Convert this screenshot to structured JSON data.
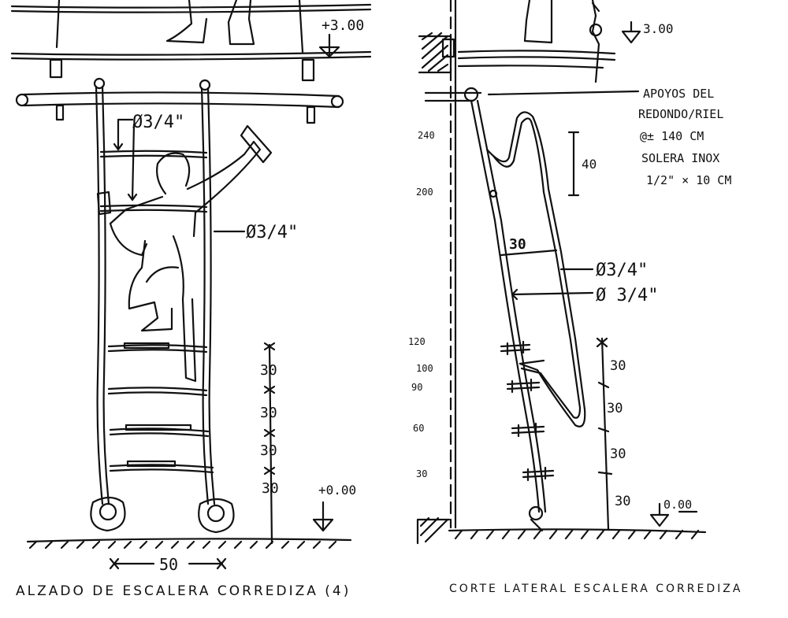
{
  "left": {
    "level_top": "+3.00",
    "level_floor": "+0.00",
    "dia_rung": "Ø3/4\"",
    "dia_rail": "Ø3/4\"",
    "step_dims": [
      "30",
      "30",
      "30",
      "30"
    ],
    "width": "50",
    "caption": "ALZADO DE ESCALERA CORREDIZA (4)"
  },
  "right": {
    "level_top": "3.00",
    "level_floor": "0.00",
    "note": [
      "APOYOS DEL",
      "REDONDO/RIEL",
      "@± 140 CM",
      "SOLERA INOX",
      "1/2\" × 10 CM"
    ],
    "dim_40": "40",
    "dim_30": "30",
    "dia_a": "Ø3/4\"",
    "dia_b": "Ø 3/4\"",
    "heights": [
      "240",
      "200",
      "120",
      "100",
      "90",
      "60",
      "30"
    ],
    "step_dims": [
      "30",
      "30",
      "30",
      "30"
    ],
    "caption": "CORTE LATERAL ESCALERA CORREDIZA"
  }
}
